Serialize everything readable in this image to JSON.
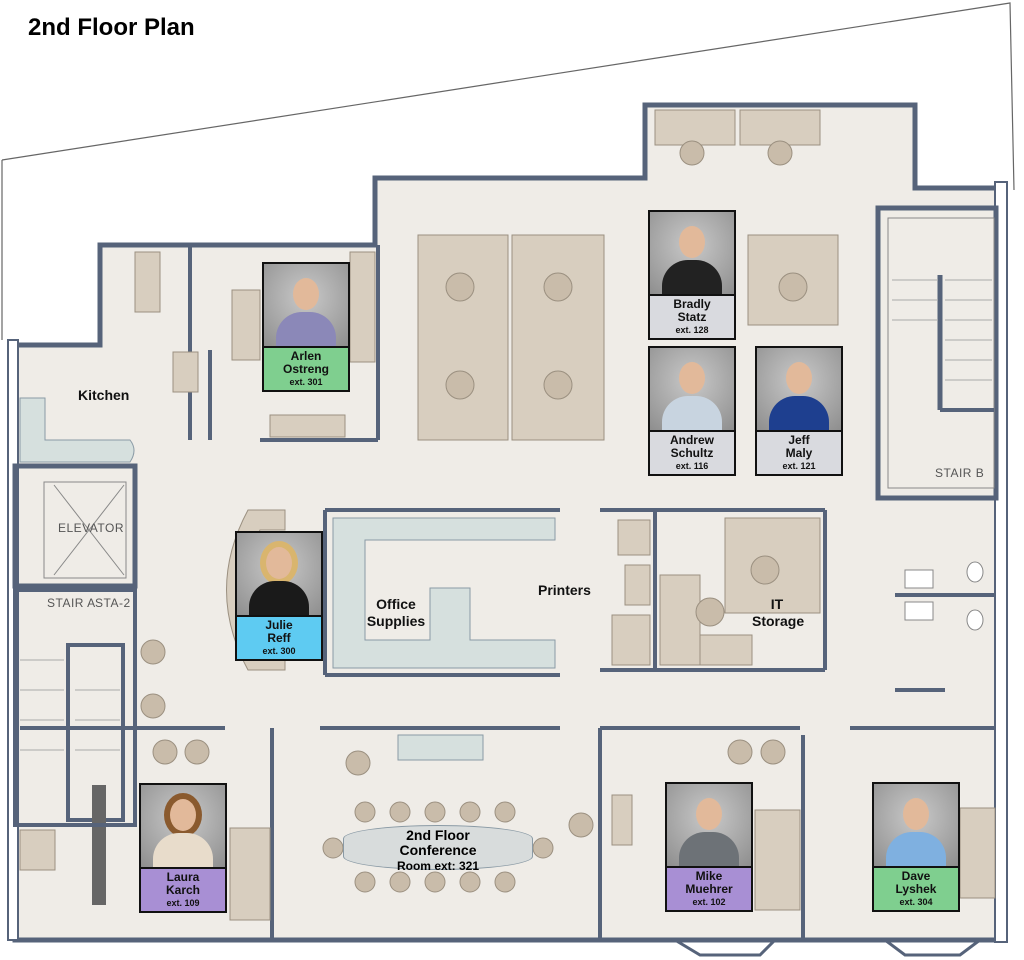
{
  "title": "2nd Floor Plan",
  "rooms": {
    "kitchen": "Kitchen",
    "office_supplies_1": "Office",
    "office_supplies_2": "Supplies",
    "printers": "Printers",
    "it_storage_1": "IT",
    "it_storage_2": "Storage",
    "conference_1": "2nd Floor",
    "conference_2": "Conference",
    "conference_ext": "Room ext: 321",
    "elevator": "ELEVATOR",
    "stair_a": "STAIR A",
    "sta2": "STA-2",
    "stair_b": "STAIR B"
  },
  "people": [
    {
      "first": "Arlen",
      "last": "Ostreng",
      "ext": "ext. 301",
      "color": "#7fcf8f"
    },
    {
      "first": "Bradly",
      "last": "Statz",
      "ext": "ext. 128",
      "color": "#d9dadf"
    },
    {
      "first": "Andrew",
      "last": "Schultz",
      "ext": "ext. 116",
      "color": "#d9dadf"
    },
    {
      "first": "Jeff",
      "last": "Maly",
      "ext": "ext. 121",
      "color": "#d9dadf"
    },
    {
      "first": "Julie",
      "last": "Reff",
      "ext": "ext. 300",
      "color": "#5ecbf2"
    },
    {
      "first": "Laura",
      "last": "Karch",
      "ext": "ext. 109",
      "color": "#a88fd4"
    },
    {
      "first": "Mike",
      "last": "Muehrer",
      "ext": "ext. 102",
      "color": "#a88fd4"
    },
    {
      "first": "Dave",
      "last": "Lyshek",
      "ext": "ext. 304",
      "color": "#7fcf8f"
    }
  ],
  "colors": {
    "floor": "#efece7",
    "wall": "#56637a",
    "furniture": "#d8cebf"
  }
}
